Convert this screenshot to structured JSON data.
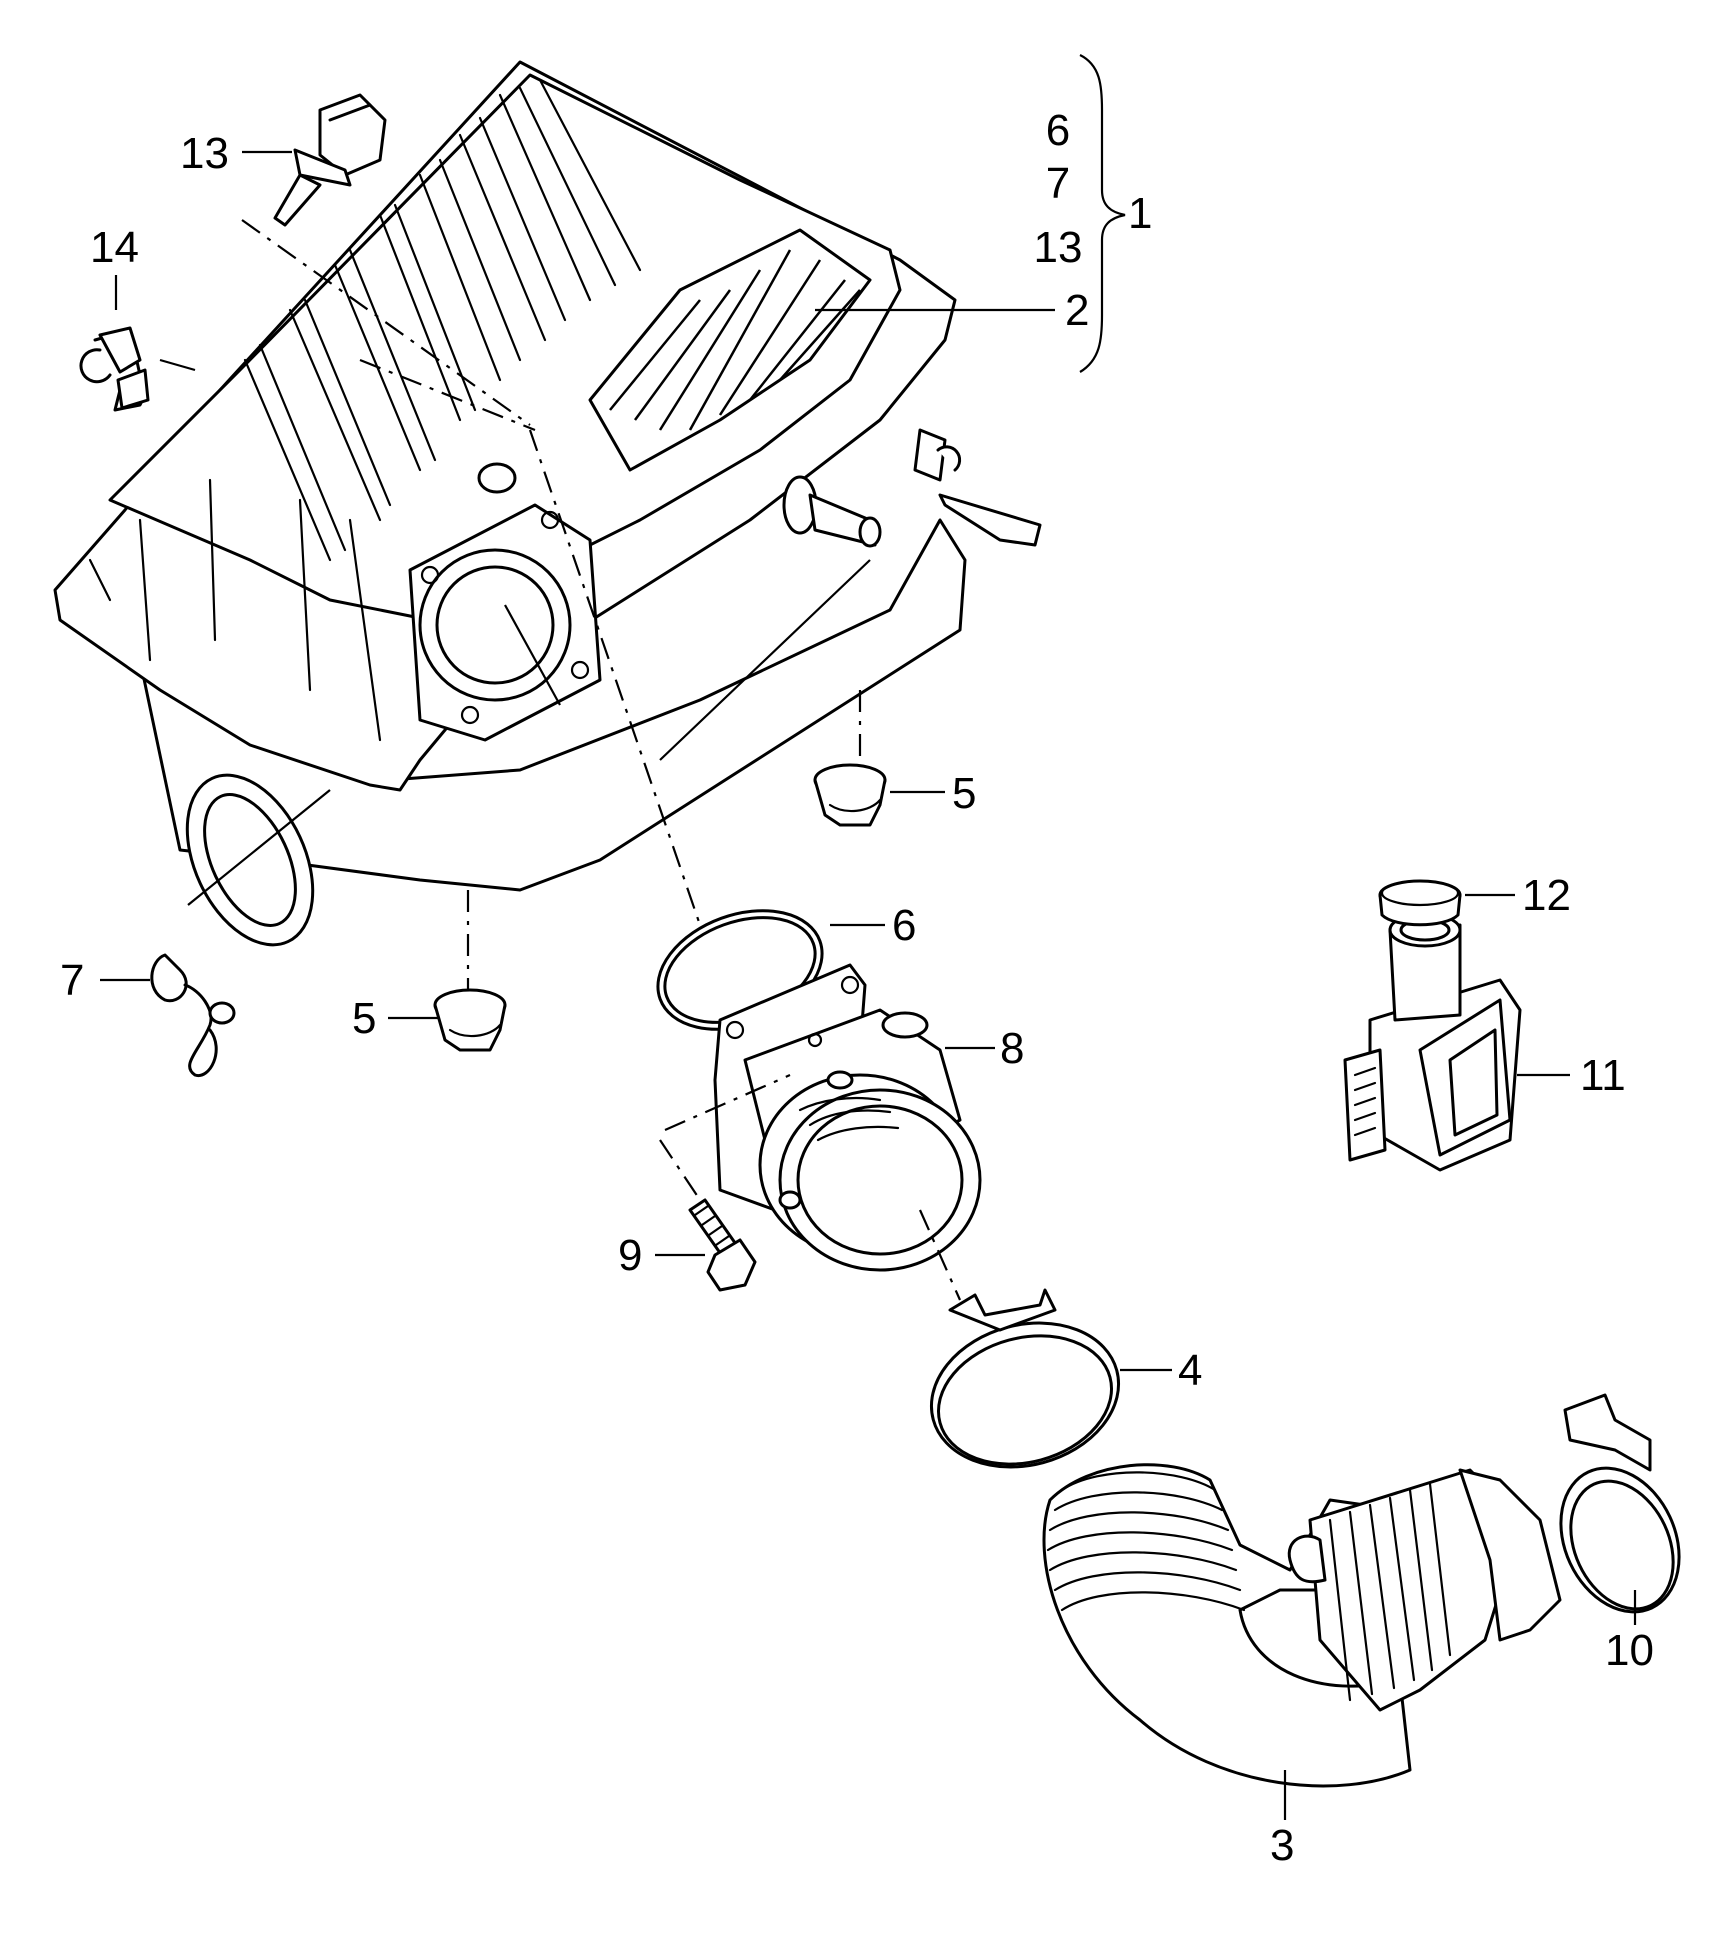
{
  "diagram": {
    "callouts": [
      {
        "id": "c13a",
        "text": "13"
      },
      {
        "id": "c14",
        "text": "14"
      },
      {
        "id": "c7a",
        "text": "7"
      },
      {
        "id": "c5a",
        "text": "5"
      },
      {
        "id": "c5b",
        "text": "5"
      },
      {
        "id": "c6a",
        "text": "6"
      },
      {
        "id": "c8",
        "text": "8"
      },
      {
        "id": "c9",
        "text": "9"
      },
      {
        "id": "c4",
        "text": "4"
      },
      {
        "id": "c3",
        "text": "3"
      },
      {
        "id": "c10",
        "text": "10"
      },
      {
        "id": "c11",
        "text": "11"
      },
      {
        "id": "c12",
        "text": "12"
      },
      {
        "id": "c2",
        "text": "2"
      }
    ],
    "group_bracket": {
      "items": [
        "6",
        "7",
        "13"
      ],
      "total": "1"
    }
  }
}
